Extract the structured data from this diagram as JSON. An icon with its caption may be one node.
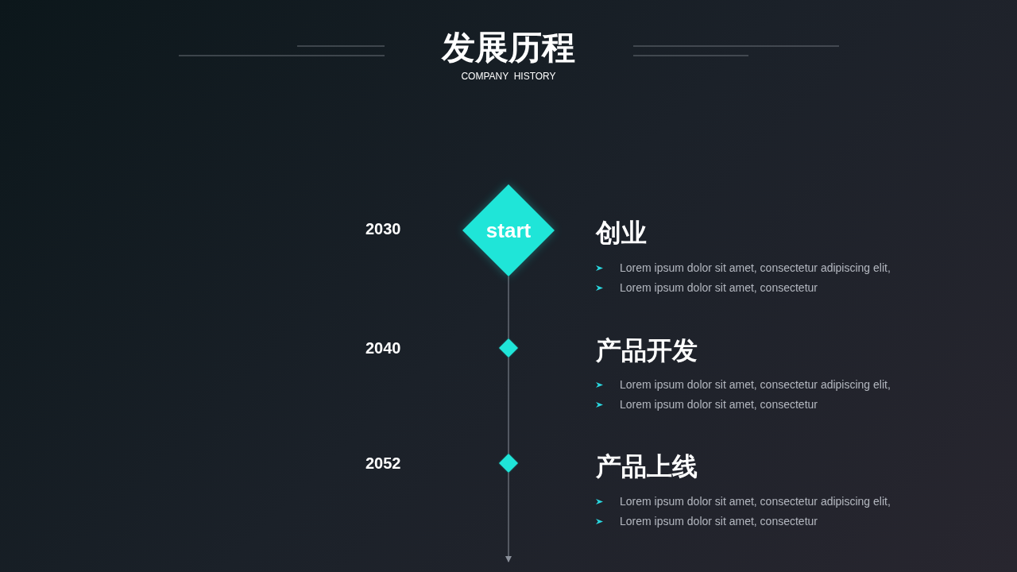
{
  "diagram": {
    "title": "发展历程",
    "nodes": [
      {
        "text": [
          "start"
        ]
      },
      {
        "text": [],
        "shape": "diamond"
      },
      {
        "text": [],
        "shape": "diamond"
      }
    ],
    "edges": [
      {
        "from": 0,
        "to": 1,
        "arrow": "none"
      },
      {
        "from": 1,
        "to": 2,
        "arrow": "none"
      },
      {
        "from": 2,
        "to": null,
        "arrow": "to"
      }
    ],
    "labels": [
      "COMPANY  HISTORY",
      "2030",
      "创业",
      "Lorem ipsum dolor sit amet, consectetur adipiscing elit,",
      "Lorem ipsum dolor sit amet, consectetur",
      "2040",
      "产品开发",
      "Lorem ipsum dolor sit amet, consectetur adipiscing elit,",
      "Lorem ipsum dolor sit amet, consectetur",
      "2052",
      "产品上线",
      "Lorem ipsum dolor sit amet, consectetur adipiscing elit,",
      "Lorem ipsum dolor sit amet, consectetur"
    ]
  }
}
